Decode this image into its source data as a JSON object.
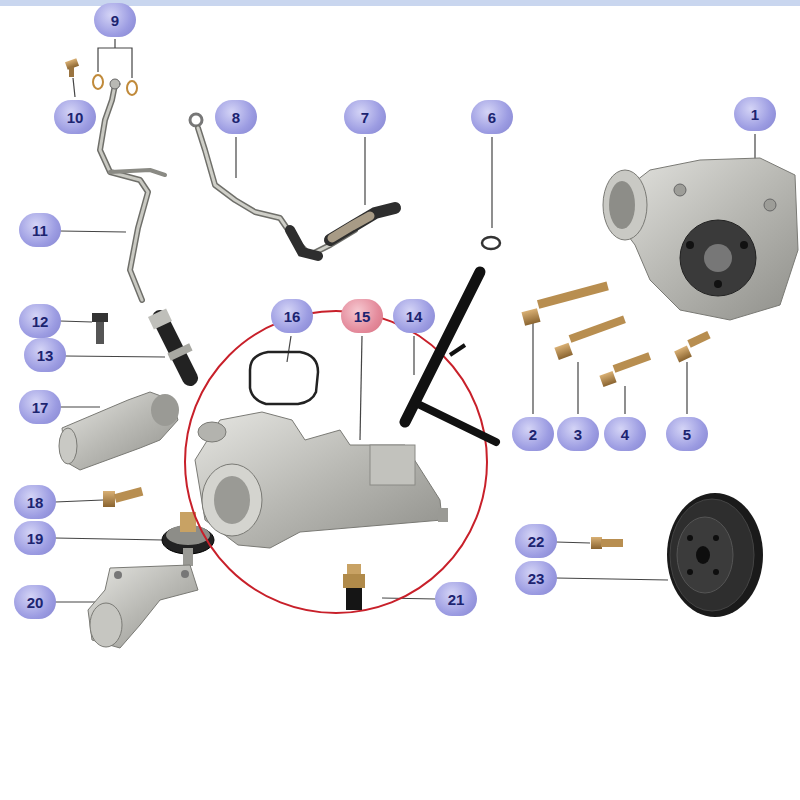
{
  "diagram": {
    "labels": [
      "9",
      "10",
      "8",
      "7",
      "6",
      "1",
      "11",
      "12",
      "16",
      "15",
      "14",
      "13",
      "17",
      "2",
      "3",
      "4",
      "5",
      "18",
      "19",
      "22",
      "23",
      "20",
      "21"
    ]
  }
}
